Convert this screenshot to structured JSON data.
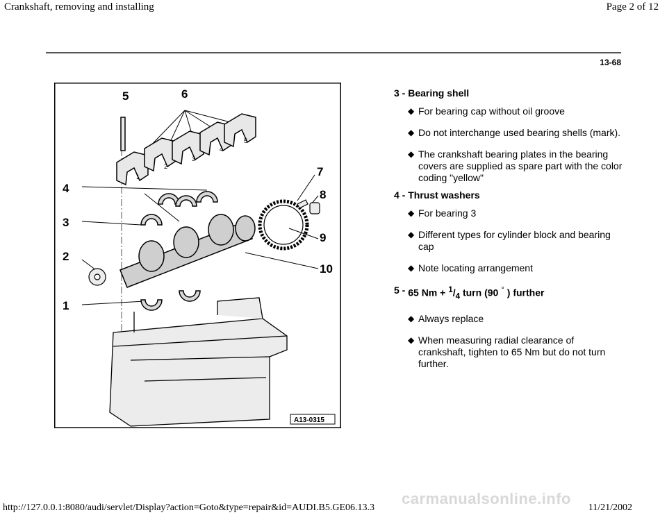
{
  "header": {
    "title": "Crankshaft, removing and installing",
    "page_label": "Page 2 of 12"
  },
  "page_number": "13-68",
  "figure": {
    "code": "A13-0315",
    "callouts": [
      "1",
      "2",
      "3",
      "4",
      "5",
      "6",
      "7",
      "8",
      "9",
      "10"
    ],
    "cap_marks": [
      "1",
      "2",
      "3",
      "4",
      "5"
    ]
  },
  "items": [
    {
      "heading": "3 - Bearing shell",
      "bullets": [
        "For bearing cap without oil groove",
        "Do not interchange used bearing shells (mark).",
        "The crankshaft bearing plates in the bearing covers are supplied as spare part with the color coding \"yellow\""
      ]
    },
    {
      "heading": "4 - Thrust washers",
      "bullets": [
        "For bearing 3",
        "Different types for cylinder block and bearing cap",
        "Note locating arrangement"
      ]
    },
    {
      "heading_parts": {
        "lead": "5 - ",
        "a": "65 Nm + ",
        "sup1": "1",
        "slash": "/",
        "sub4": "4",
        "b": " turn (90 ",
        "deg": "°",
        "c": " ) further"
      },
      "bullets": [
        "Always replace",
        "When measuring radial clearance of crankshaft, tighten to 65 Nm but do not turn further."
      ]
    }
  ],
  "footer": {
    "url": "http://127.0.0.1:8080/audi/servlet/Display?action=Goto&type=repair&id=AUDI.B5.GE06.13.3",
    "date": "11/21/2002",
    "watermark": "carmanualsonline.info"
  }
}
